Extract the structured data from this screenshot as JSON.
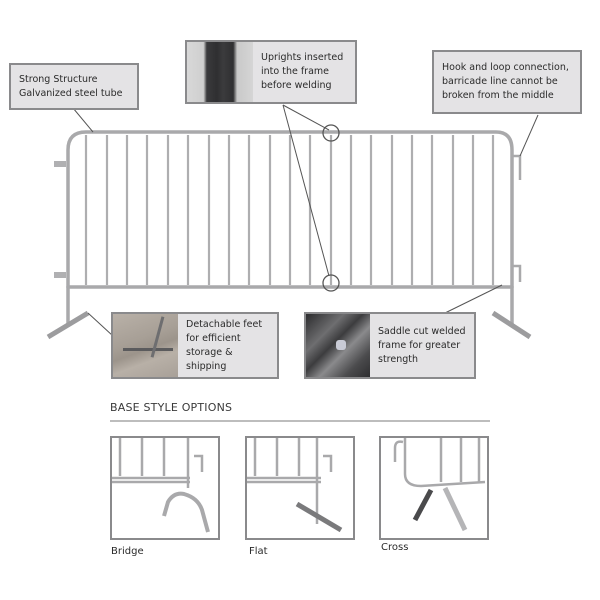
{
  "callouts": {
    "structure": {
      "line1": "Strong Structure",
      "line2": "Galvanized steel tube"
    },
    "uprights": {
      "line1": "Uprights inserted",
      "line2": "into the frame",
      "line3": "before welding"
    },
    "hook": {
      "line1": "Hook and loop connection,",
      "line2": "barricade line cannot be",
      "line3": "broken from the middle"
    },
    "feet": {
      "line1": "Detachable feet",
      "line2": "for efficient",
      "line3": "storage & shipping"
    },
    "saddle": {
      "line1": "Saddle cut welded",
      "line2": "frame for greater",
      "line3": "strength"
    }
  },
  "base_section": {
    "title": "BASE STYLE OPTIONS",
    "options": [
      {
        "label": "Bridge"
      },
      {
        "label": "Flat"
      },
      {
        "label": "Cross"
      }
    ]
  },
  "colors": {
    "steel": "#a9a9ab",
    "callout_bg": "#e4e3e5",
    "callout_border": "#8a8a8c",
    "leader": "#555555"
  }
}
